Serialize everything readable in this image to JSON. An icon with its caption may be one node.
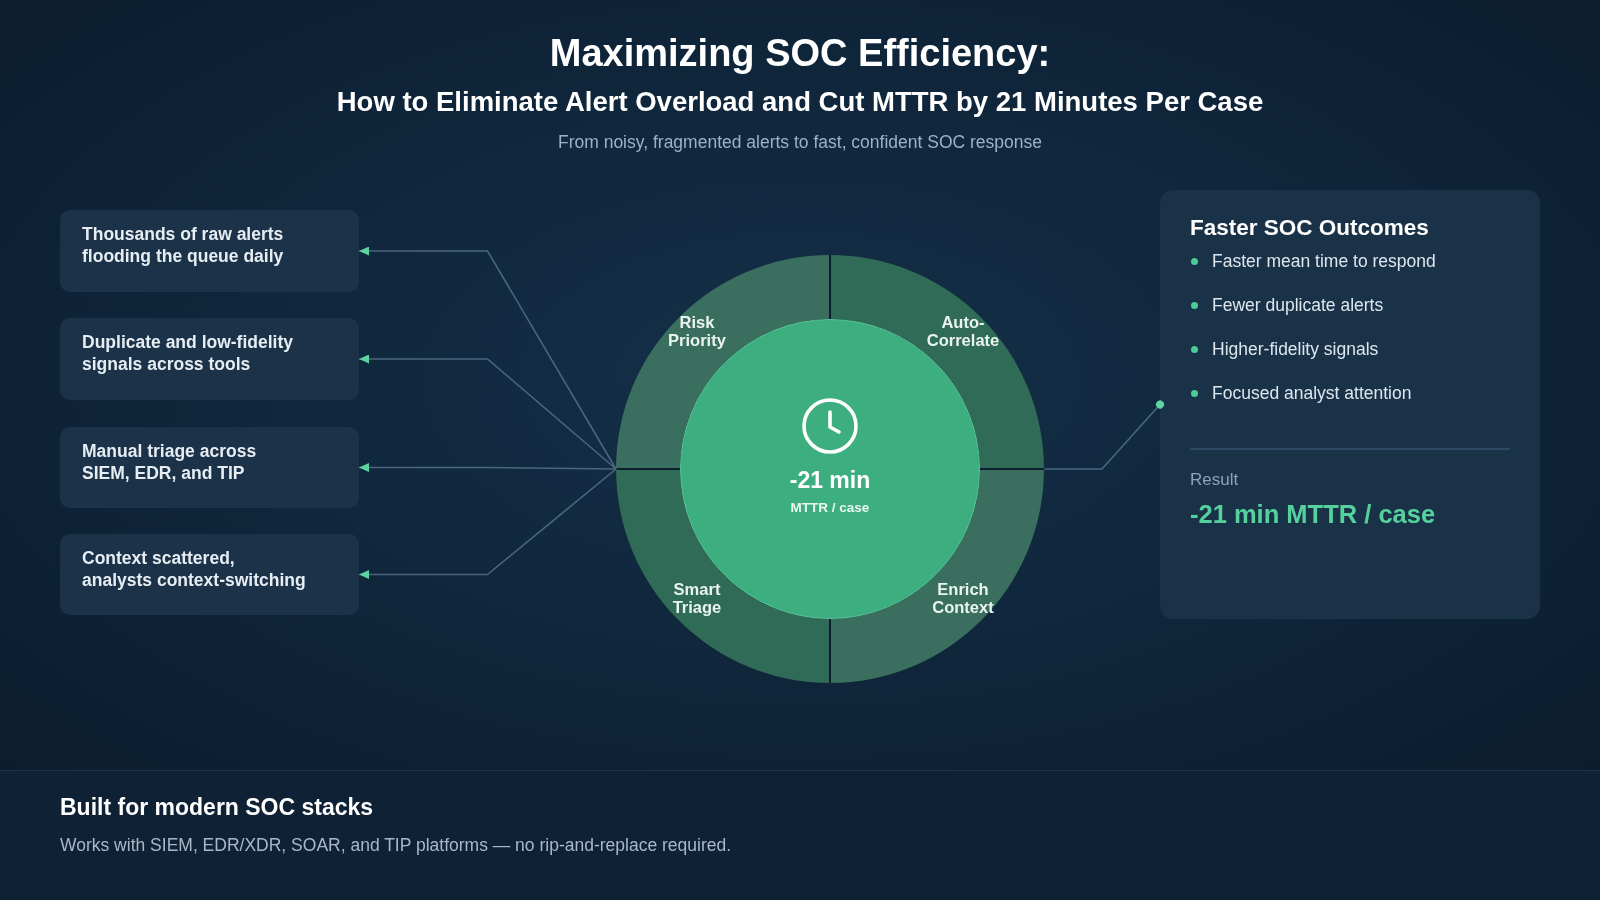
{
  "diagram": {
    "title": "Maximizing SOC Efficiency:",
    "nodes": [
      {
        "text": [
          "Thousands of raw alerts flooding the queue daily"
        ]
      },
      {
        "text": [
          "Duplicate and low-fidelity signals across tools"
        ]
      },
      {
        "text": [
          "Manual triage across SIEM, EDR, and TIP"
        ]
      },
      {
        "text": [
          "Context scattered, analysts context-switching"
        ]
      },
      {
        "text": [],
        "shape": "circle"
      },
      {
        "text": [
          "Risk Priority"
        ],
        "in": 4
      },
      {
        "text": [
          "Auto-Correlate"
        ],
        "in": 4
      },
      {
        "text": [
          "-21 min",
          "MTTR / case"
        ],
        "in": 4
      },
      {
        "text": [
          "Smart Triage"
        ],
        "in": 4
      },
      {
        "text": [
          "Enrich Context"
        ],
        "in": 4
      },
      {
        "text": [
          "Faster SOC Outcomes",
          "Faster mean time to respond",
          "Fewer duplicate alerts",
          "Higher-fidelity signals",
          "Focused analyst attention",
          "Result",
          "-21 min MTTR / case"
        ]
      },
      {
        "text": [
          "Built for modern SOC stacks",
          "Works with SIEM, EDR/XDR, SOAR, and TIP platforms — no rip-and-replace required."
        ]
      }
    ],
    "edges": [
      {
        "from": 4,
        "to": 0,
        "arrow": "to"
      },
      {
        "from": 4,
        "to": 1,
        "arrow": "to"
      },
      {
        "from": 4,
        "to": 2,
        "arrow": "to"
      },
      {
        "from": 4,
        "to": 3,
        "arrow": "to"
      },
      {
        "from": 4,
        "to": 10,
        "arrow": "other"
      }
    ],
    "labels": [
      "How to Eliminate Alert Overload and Cut MTTR by 21 Minutes Per Case",
      "From noisy, fragmented alerts to fast, confident SOC response"
    ]
  }
}
